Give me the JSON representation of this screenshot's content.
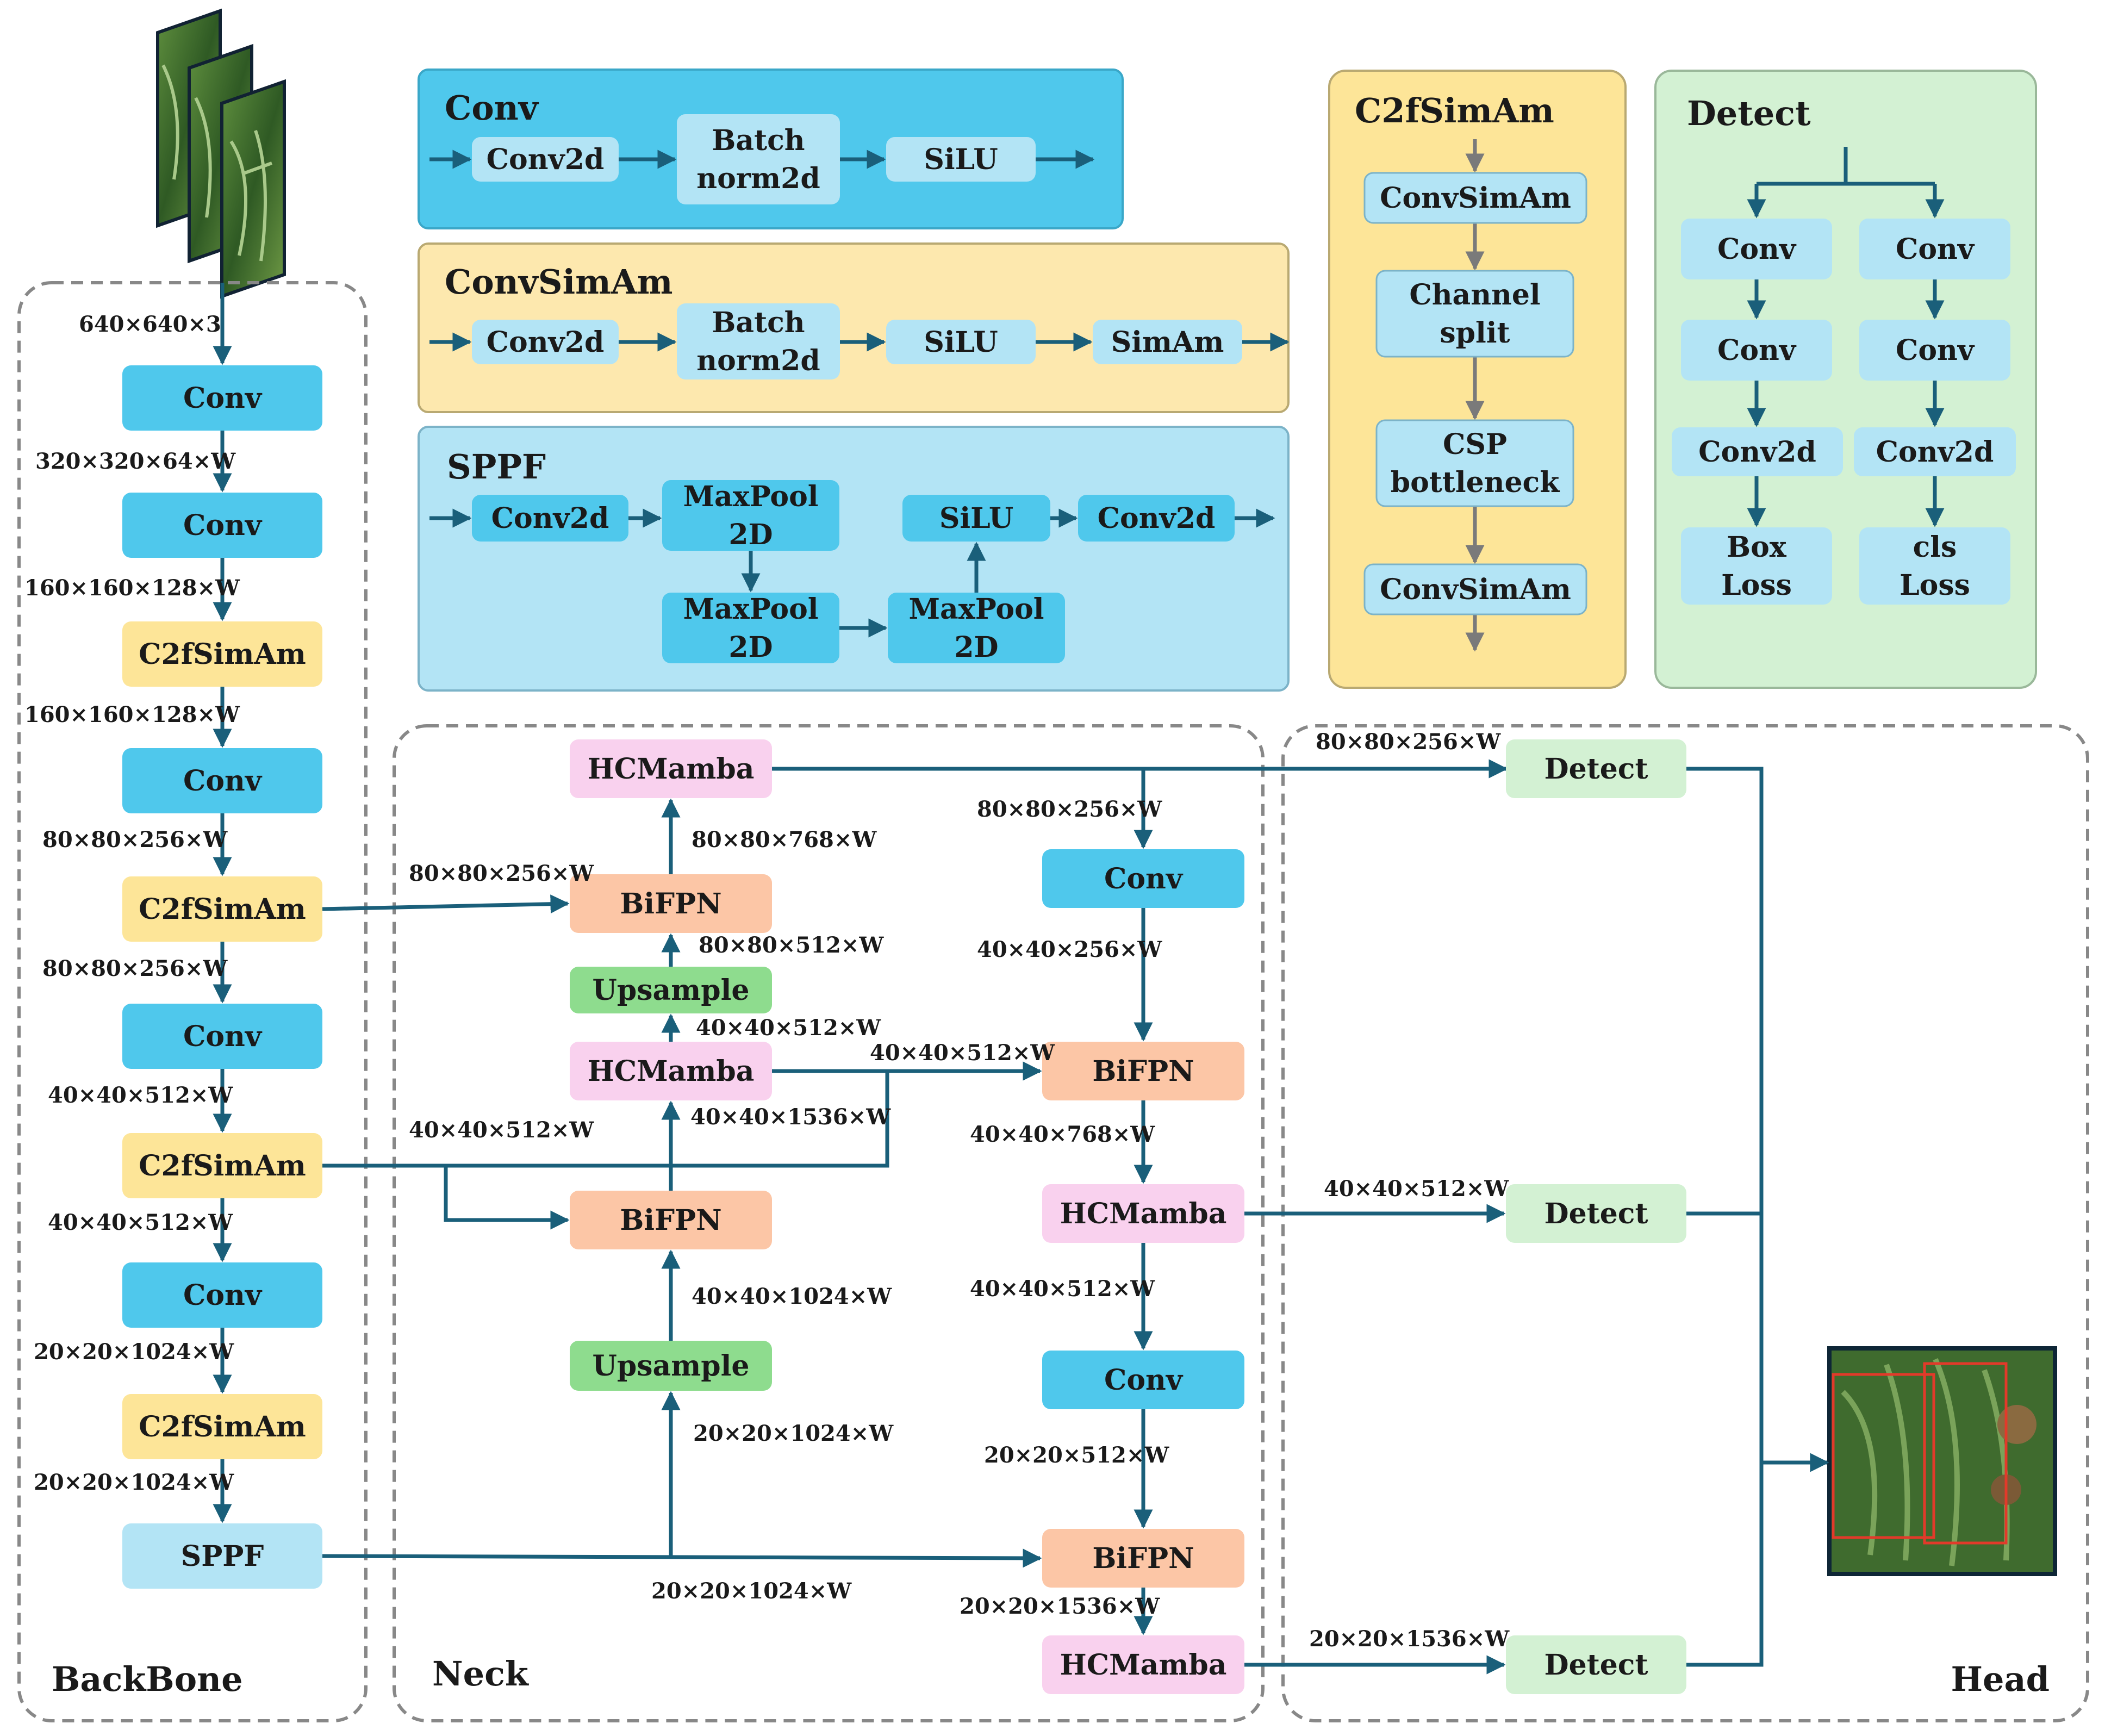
{
  "colors": {
    "conv": "#4fc8ec",
    "c2f": "#fde598",
    "sppf": "#b3e4f5",
    "hcmamba": "#f9d1ee",
    "bifpn": "#fcc6a6",
    "upsample": "#8edc8e",
    "detect": "#d3f1d3",
    "arrow": "#1a5f7a",
    "grey_arrow": "#7a7a7a",
    "dashed_border": "#888888"
  },
  "sections": {
    "backbone": "BackBone",
    "neck": "Neck",
    "head": "Head"
  },
  "panels": {
    "conv": {
      "title": "Conv",
      "blocks": [
        "Conv2d",
        "Batch\nnorm2d",
        "SiLU"
      ]
    },
    "convsimam": {
      "title": "ConvSimAm",
      "blocks": [
        "Conv2d",
        "Batch\nnorm2d",
        "SiLU",
        "SimAm"
      ]
    },
    "sppf": {
      "title": "SPPF",
      "blocks": [
        "Conv2d",
        "MaxPool\n2D",
        "MaxPool\n2D",
        "MaxPool\n2D",
        "SiLU",
        "Conv2d"
      ]
    },
    "c2fsimam": {
      "title": "C2fSimAm",
      "blocks": [
        "ConvSimAm",
        "Channel\nsplit",
        "CSP\nbottleneck",
        "ConvSimAm"
      ]
    },
    "detect": {
      "title": "Detect",
      "blocks": [
        "Conv",
        "Conv",
        "Conv",
        "Conv",
        "Conv2d",
        "Conv2d",
        "Box\nLoss",
        "cls\nLoss"
      ]
    }
  },
  "backbone": {
    "blocks": [
      "Conv",
      "Conv",
      "C2fSimAm",
      "Conv",
      "C2fSimAm",
      "Conv",
      "C2fSimAm",
      "Conv",
      "C2fSimAm",
      "SPPF"
    ],
    "dims": [
      "640×640×3",
      "320×320×64×W",
      "160×160×128×W",
      "160×160×128×W",
      "80×80×256×W",
      "80×80×256×W",
      "40×40×512×W",
      "40×40×512×W",
      "20×20×1024×W",
      "20×20×1024×W"
    ]
  },
  "neck": {
    "blocks": {
      "hcm1": "HCMamba",
      "bif1": "BiFPN",
      "up1": "Upsample",
      "hcm2": "HCMamba",
      "bif2": "BiFPN",
      "up2": "Upsample",
      "conv1": "Conv",
      "bif3": "BiFPN",
      "hcm3": "HCMamba",
      "conv2": "Conv",
      "bif4": "BiFPN",
      "hcm4": "HCMamba"
    },
    "dims": {
      "d1": "80×80×256×W",
      "d2": "80×80×768×W",
      "d3": "80×80×512×W",
      "d4": "40×40×512×W",
      "d5": "40×40×1536×W",
      "d6": "40×40×512×W",
      "d7": "40×40×512×W",
      "d8": "40×40×1024×W",
      "d9": "20×20×1024×W",
      "d10": "20×20×1024×W",
      "d11": "80×80×256×W",
      "d12": "40×40×256×W",
      "d13": "40×40×768×W",
      "d14": "40×40×512×W",
      "d15": "20×20×512×W",
      "d16": "20×20×1536×W"
    }
  },
  "head": {
    "blocks": [
      "Detect",
      "Detect",
      "Detect"
    ],
    "dims": [
      "80×80×256×W",
      "40×40×512×W",
      "20×20×1536×W"
    ]
  }
}
